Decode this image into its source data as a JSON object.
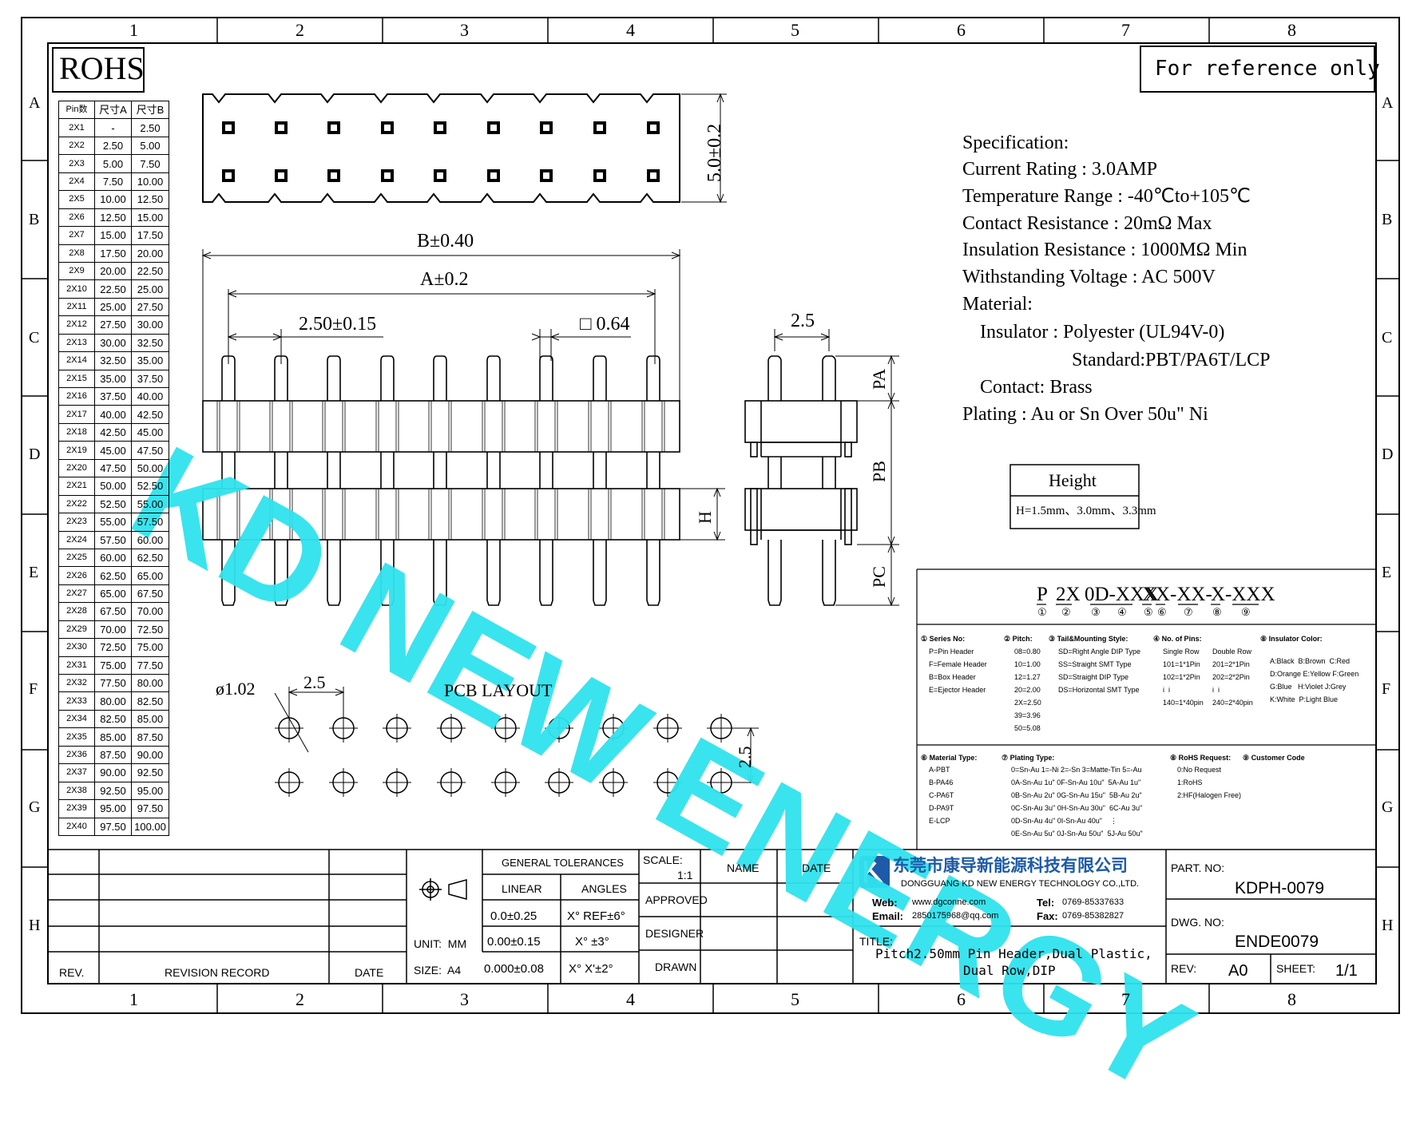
{
  "grid": {
    "columns": [
      "1",
      "2",
      "3",
      "4",
      "5",
      "6",
      "7",
      "8"
    ],
    "rows": [
      "A",
      "B",
      "C",
      "D",
      "E",
      "F",
      "G",
      "H"
    ]
  },
  "rohs": "ROHS",
  "reference": "For reference only",
  "pin_table": {
    "headers": [
      "Pin数",
      "尺寸A",
      "尺寸B"
    ],
    "rows": [
      [
        "2X1",
        "-",
        "2.50"
      ],
      [
        "2X2",
        "2.50",
        "5.00"
      ],
      [
        "2X3",
        "5.00",
        "7.50"
      ],
      [
        "2X4",
        "7.50",
        "10.00"
      ],
      [
        "2X5",
        "10.00",
        "12.50"
      ],
      [
        "2X6",
        "12.50",
        "15.00"
      ],
      [
        "2X7",
        "15.00",
        "17.50"
      ],
      [
        "2X8",
        "17.50",
        "20.00"
      ],
      [
        "2X9",
        "20.00",
        "22.50"
      ],
      [
        "2X10",
        "22.50",
        "25.00"
      ],
      [
        "2X11",
        "25.00",
        "27.50"
      ],
      [
        "2X12",
        "27.50",
        "30.00"
      ],
      [
        "2X13",
        "30.00",
        "32.50"
      ],
      [
        "2X14",
        "32.50",
        "35.00"
      ],
      [
        "2X15",
        "35.00",
        "37.50"
      ],
      [
        "2X16",
        "37.50",
        "40.00"
      ],
      [
        "2X17",
        "40.00",
        "42.50"
      ],
      [
        "2X18",
        "42.50",
        "45.00"
      ],
      [
        "2X19",
        "45.00",
        "47.50"
      ],
      [
        "2X20",
        "47.50",
        "50.00"
      ],
      [
        "2X21",
        "50.00",
        "52.50"
      ],
      [
        "2X22",
        "52.50",
        "55.00"
      ],
      [
        "2X23",
        "55.00",
        "57.50"
      ],
      [
        "2X24",
        "57.50",
        "60.00"
      ],
      [
        "2X25",
        "60.00",
        "62.50"
      ],
      [
        "2X26",
        "62.50",
        "65.00"
      ],
      [
        "2X27",
        "65.00",
        "67.50"
      ],
      [
        "2X28",
        "67.50",
        "70.00"
      ],
      [
        "2X29",
        "70.00",
        "72.50"
      ],
      [
        "2X30",
        "72.50",
        "75.00"
      ],
      [
        "2X31",
        "75.00",
        "77.50"
      ],
      [
        "2X32",
        "77.50",
        "80.00"
      ],
      [
        "2X33",
        "80.00",
        "82.50"
      ],
      [
        "2X34",
        "82.50",
        "85.00"
      ],
      [
        "2X35",
        "85.00",
        "87.50"
      ],
      [
        "2X36",
        "87.50",
        "90.00"
      ],
      [
        "2X37",
        "90.00",
        "92.50"
      ],
      [
        "2X38",
        "92.50",
        "95.00"
      ],
      [
        "2X39",
        "95.00",
        "97.50"
      ],
      [
        "2X40",
        "97.50",
        "100.00"
      ]
    ]
  },
  "dims": {
    "width_h": "5.0±0.2",
    "b": "B±0.40",
    "a": "A±0.2",
    "pitch": "2.50±0.15",
    "pin_sq": "□ 0.64",
    "side_pitch": "2.5",
    "pa": "PA",
    "pb": "PB",
    "pc": "PC",
    "h": "H",
    "hole": "ø1.02",
    "pcb_pitch_x": "2.5",
    "pcb_pitch_y": "2.5",
    "pcb_layout": "PCB LAYOUT"
  },
  "spec": {
    "lines": [
      "Specification:",
      "Current Rating : 3.0AMP",
      "Temperature Range : -40℃to+105℃",
      "Contact Resistance : 20mΩ  Max",
      "Insulation Resistance : 1000MΩ  Min",
      "Withstanding Voltage : AC 500V",
      "Material:",
      "  Insulator : Polyester (UL94V-0)",
      "Standard:PBT/PA6T/LCP",
      "  Contact: Brass",
      "Plating : Au or Sn Over 50u\" Ni"
    ]
  },
  "height": {
    "title": "Height",
    "value": "H=1.5mm、3.0mm、3.3mm"
  },
  "part_code": {
    "segments": [
      "P",
      "2X",
      "0D-XXX",
      "X",
      "X-XX-",
      "X-XXX"
    ],
    "markers": [
      "①",
      "②",
      "③",
      "④",
      "⑤",
      "⑥",
      "⑦",
      "⑧",
      "⑨"
    ]
  },
  "legend1": {
    "series": {
      "title": "① Series No:",
      "items": [
        "P=Pin Header",
        "F=Female Header",
        "B=Box Header",
        "E=Ejector Header"
      ]
    },
    "pitch": {
      "title": "② Pitch:",
      "items": [
        "08=0.80",
        "10=1.00",
        "12=1.27",
        "20=2.00",
        "2X=2.50",
        "39=3.96",
        "50=5.08"
      ]
    },
    "tail": {
      "title": "③ Tail&Mounting Style:",
      "items": [
        "SD=Right Angle DIP Type",
        "SS=Straight SMT Type",
        "SD=Straight DIP Type",
        "DS=Horizontal SMT Type"
      ]
    },
    "pins": {
      "title": "④ No. of Pins:",
      "single": [
        "Single Row",
        "101=1*1Pin",
        "102=1*2Pin",
        "i  i",
        "140=1*40pin"
      ],
      "double": [
        "Double Row",
        "201=2*1Pin",
        "202=2*2Pin",
        "i  i",
        "240=2*40pin"
      ]
    },
    "color": {
      "title": "⑧ Insulator Color:",
      "items": [
        "A:Black  B:Brown  C:Red",
        "D:Orange E:Yellow F:Green",
        "G:Blue   H:Violet J:Grey",
        "K:White  P:Light Blue"
      ]
    }
  },
  "legend2": {
    "material": {
      "title": "⑥ Material Type:",
      "items": [
        "A-PBT",
        "B-PA46",
        "C-PA6T",
        "D-PA9T",
        "E-LCP"
      ]
    },
    "plating": {
      "title": "⑦ Plating Type:",
      "items": [
        "0=Sn-Au 1=-Ni 2=-Sn 3=Matte-Tin 5=-Au",
        "0A-Sn-Au 1u\" 0F-Sn-Au 10u\"  5A-Au 1u\"",
        "0B-Sn-Au 2u\" 0G-Sn-Au 15u\"  5B-Au 2u\"",
        "0C-Sn-Au 3u\" 0H-Sn-Au 30u\"  6C-Au 3u\"",
        "0D-Sn-Au 4u\" 0I-Sn-Au 40u\"    ⋮",
        "0E-Sn-Au 5u\" 0J-Sn-Au 50u\"  5J-Au 50u\""
      ]
    },
    "rohs": {
      "title": "⑧ RoHS Request:",
      "items": [
        "0:No Request",
        "1:RoHS",
        "2:HF(Halogen Free)"
      ]
    },
    "customer": {
      "title": "⑨ Customer Code"
    }
  },
  "title_block": {
    "rev": "REV.",
    "revision_record": "REVISION RECORD",
    "date": "DATE",
    "general_tolerances": "GENERAL TOLERANCES",
    "linear": "LINEAR",
    "angles": "ANGLES",
    "tol_rows": [
      [
        "0.0±0.25",
        "X° REF±6°"
      ],
      [
        "0.00±0.15",
        "X° ±3°"
      ],
      [
        "0.000±0.08",
        "X° X'±2°"
      ]
    ],
    "unit": "UNIT:  MM",
    "size": "SIZE:  A4",
    "scale_label": "SCALE:",
    "scale_value": "1:1",
    "name": "NAME",
    "date2": "DATE",
    "approved": "APPROVED",
    "designer": "DESIGNER",
    "drawn": "DRAWN",
    "company_cn": "东莞市康导新能源科技有限公司",
    "company_en": "DONGGUANG KD NEW ENERGY TECHNOLOGY CO.,LTD.",
    "web_label": "Web:",
    "web": "www.dgconne.com",
    "tel_label": "Tel:",
    "tel": "0769-85337633",
    "email_label": "Email:",
    "email": "2850175968@qq.com",
    "fax_label": "Fax:",
    "fax": "0769-85382827",
    "title_label": "TITLE:",
    "title_line1": "Pitch2.50mm Pin Header,Dual Plastic,",
    "title_line2": "Dual Row,DIP",
    "part_label": "PART. NO:",
    "part_no": "KDPH-0079",
    "dwg_label": "DWG. NO:",
    "dwg_no": "ENDE0079",
    "rev_label": "REV:",
    "rev_value": "A0",
    "sheet_label": "SHEET:",
    "sheet_value": "1/1"
  },
  "watermark": "KD NEW ENERGY",
  "colors": {
    "watermark": "#2fe3ee",
    "logo": "#1e5aa8"
  }
}
